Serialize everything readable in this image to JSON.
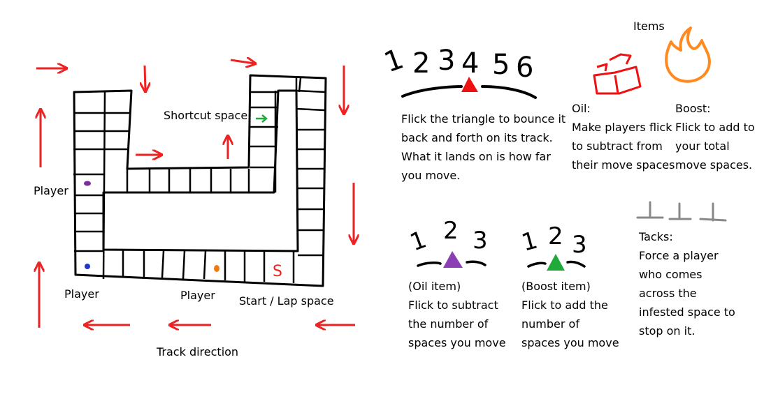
{
  "board": {
    "labels": {
      "shortcut": "Shortcut space",
      "player_left": "Player",
      "player_bottom_left": "Player",
      "player_bottom": "Player",
      "start": "Start / Lap space",
      "direction": "Track direction"
    },
    "start_mark": "S",
    "player_colors": [
      "#7b2d9c",
      "#2436c8",
      "#f07a12"
    ],
    "arrow_color": "#ee2222"
  },
  "spinner": {
    "numbers": [
      "1",
      "2",
      "3",
      "4",
      "5",
      "6"
    ],
    "triangle_color": "#ee1111",
    "lines": [
      "Flick the triangle to bounce it",
      "back and forth on its track.",
      "What it lands on is how far",
      "you move."
    ]
  },
  "items": {
    "title": "Items",
    "oil": {
      "icon": "oil-can-icon",
      "color": "#ee1111",
      "lines": [
        "Oil:",
        "Make players flick",
        "to subtract from",
        "their move spaces"
      ]
    },
    "boost": {
      "icon": "flame-icon",
      "color": "#ff8a1f",
      "lines": [
        "Boost:",
        "Flick to add to",
        "your total",
        "move spaces."
      ]
    }
  },
  "oil_spinner": {
    "numbers": [
      "1",
      "2",
      "3"
    ],
    "triangle_color": "#8a3fb5",
    "lines": [
      "(Oil item)",
      "Flick to subtract",
      "the number of",
      "spaces you move"
    ]
  },
  "boost_spinner": {
    "numbers": [
      "1",
      "2",
      "3"
    ],
    "triangle_color": "#1faa3a",
    "lines": [
      "(Boost item)",
      "Flick to add the",
      "number of",
      "spaces you move"
    ]
  },
  "tacks": {
    "icon": "tack-icon",
    "color": "#888888",
    "lines": [
      "Tacks:",
      "Force a player",
      "who comes",
      "across the",
      "infested space to",
      "stop on it."
    ]
  }
}
